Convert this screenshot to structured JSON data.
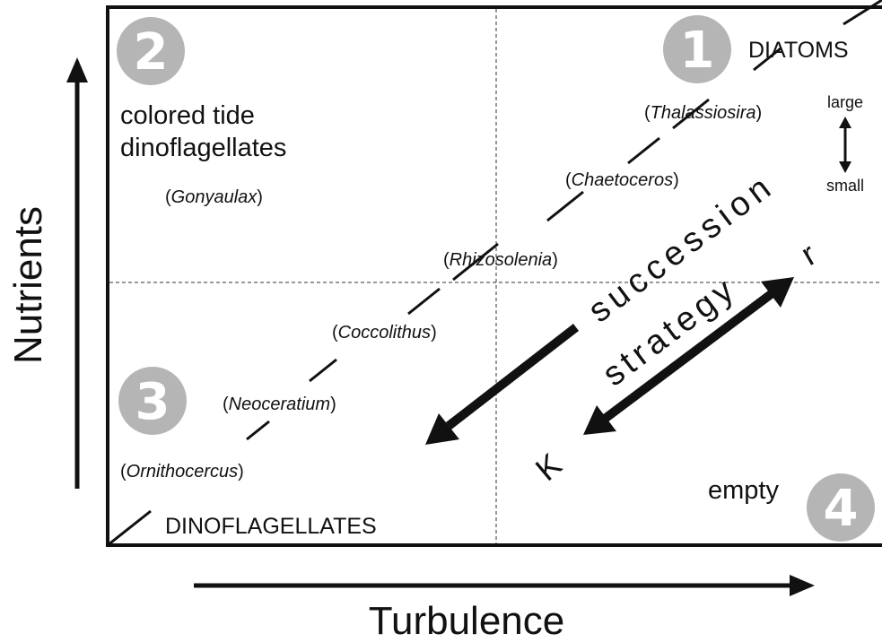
{
  "axes": {
    "x_label": "Turbulence",
    "y_label": "Nutrients"
  },
  "quadrants": [
    {
      "number": "1",
      "label": "DIATOMS"
    },
    {
      "number": "2",
      "label_line1": "colored tide",
      "label_line2": "dinoflagellates"
    },
    {
      "number": "3",
      "label": "DINOFLAGELLATES"
    },
    {
      "number": "4",
      "label": "empty"
    }
  ],
  "genera": {
    "thalassiosira": "Thalassiosira",
    "chaetoceros": "Chaetoceros",
    "rhizosolenia": "Rhizosolenia",
    "coccolithus": "Coccolithus",
    "neoceratium": "Neoceratium",
    "ornithocercus": "Ornithocercus",
    "gonyaulax": "Gonyaulax"
  },
  "size_scale": {
    "top": "large",
    "bottom": "small"
  },
  "arrows": {
    "succession": "succession",
    "strategy": "strategy",
    "r_end": "r",
    "k_end": "K"
  },
  "colors": {
    "line": "#111111",
    "circle": "#b5b5b5",
    "background": "#ffffff"
  }
}
